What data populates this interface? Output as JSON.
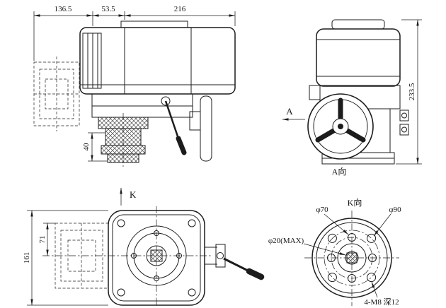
{
  "side_view": {
    "dim_top_left": "136.5",
    "dim_top_mid": "53.5",
    "dim_top_right": "216",
    "dim_left": "40"
  },
  "front_view": {
    "dim_right": "233.5",
    "view_arrow": "A",
    "view_caption": "A向"
  },
  "plan_view": {
    "view_arrow": "K",
    "dim_inner": "71",
    "dim_outer": "161"
  },
  "flange_view": {
    "caption": "K向",
    "bolt_circle_small": "φ70",
    "bolt_circle_large": "φ90",
    "shaft_bore": "φ20(MAX)",
    "thread_note": "4-M8 深12"
  }
}
